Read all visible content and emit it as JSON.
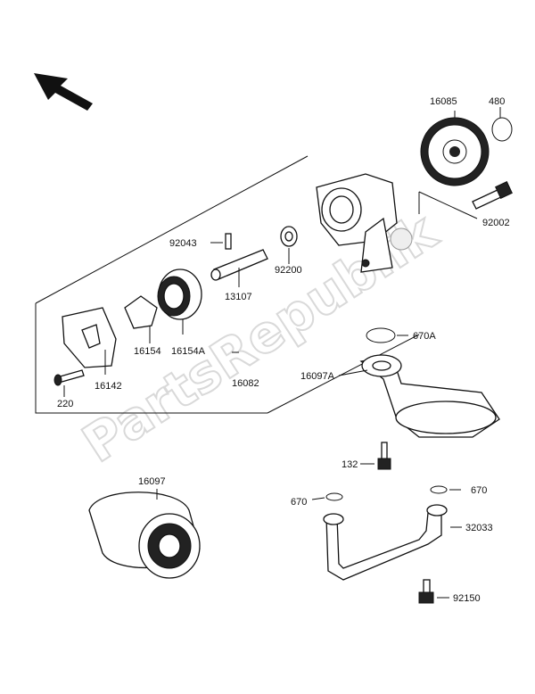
{
  "watermark": "PartsRepublik",
  "parts": [
    {
      "id": "p16085",
      "number": "16085"
    },
    {
      "id": "p480",
      "number": "480"
    },
    {
      "id": "p92002",
      "number": "92002"
    },
    {
      "id": "p92043",
      "number": "92043"
    },
    {
      "id": "p92200",
      "number": "92200"
    },
    {
      "id": "p13107",
      "number": "13107"
    },
    {
      "id": "p16154",
      "number": "16154"
    },
    {
      "id": "p16154a",
      "number": "16154A"
    },
    {
      "id": "p16142",
      "number": "16142"
    },
    {
      "id": "p220",
      "number": "220"
    },
    {
      "id": "p16082",
      "number": "16082"
    },
    {
      "id": "p670a",
      "number": "670A"
    },
    {
      "id": "p16097a",
      "number": "16097A"
    },
    {
      "id": "p132",
      "number": "132"
    },
    {
      "id": "p16097",
      "number": "16097"
    },
    {
      "id": "p670l",
      "number": "670"
    },
    {
      "id": "p670r",
      "number": "670"
    },
    {
      "id": "p32033",
      "number": "32033"
    },
    {
      "id": "p92150",
      "number": "92150"
    }
  ]
}
